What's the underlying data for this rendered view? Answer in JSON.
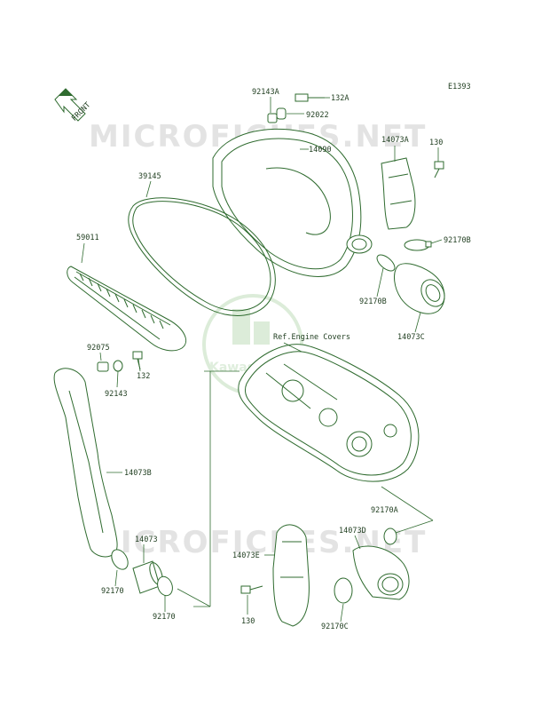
{
  "diagram_code": "E1393",
  "front_arrow_label": "FRONT",
  "watermark_text": "MICROFICHES.NET",
  "logo_text": "Kawasaki",
  "ref_note": "Ref.Engine Covers",
  "colors": {
    "ink": "#2f6b2f",
    "text": "#1f3d1f",
    "watermark": "#e3e3e3"
  },
  "labels": {
    "p92143A": "92143A",
    "p132A": "132A",
    "p92022": "92022",
    "p14090": "14090",
    "p14073A": "14073A",
    "p130a": "130",
    "p39145": "39145",
    "p59011": "59011",
    "p92170B_r": "92170B",
    "p92170B_l": "92170B",
    "p14073C": "14073C",
    "p92075": "92075",
    "p132": "132",
    "p92143": "92143",
    "p14073B": "14073B",
    "p92170A": "92170A",
    "p14073D": "14073D",
    "p14073": "14073",
    "p14073E": "14073E",
    "p92170a": "92170",
    "p92170b": "92170",
    "p130b": "130",
    "p92170C": "92170C"
  }
}
